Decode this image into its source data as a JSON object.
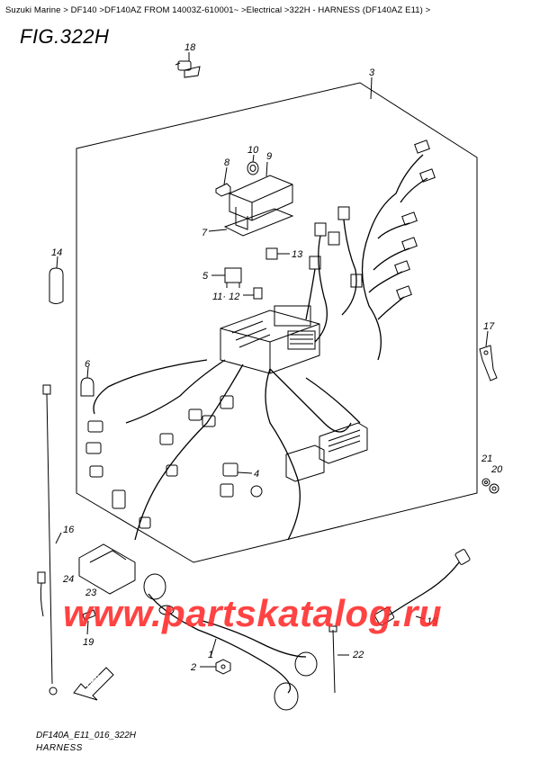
{
  "breadcrumb": "Suzuki Marine > DF140 >DF140AZ FROM 14003Z-610001~ >Electrical >322H - HARNESS (DF140AZ E11) >",
  "figure_title": "FIG.322H",
  "callouts": [
    {
      "id": "c18",
      "label": "18"
    },
    {
      "id": "c3",
      "label": "3"
    },
    {
      "id": "c10",
      "label": "10"
    },
    {
      "id": "c9",
      "label": "9"
    },
    {
      "id": "c8",
      "label": "8"
    },
    {
      "id": "c7",
      "label": "7"
    },
    {
      "id": "c13",
      "label": "13"
    },
    {
      "id": "c14",
      "label": "14"
    },
    {
      "id": "c5",
      "label": "5"
    },
    {
      "id": "c11",
      "label": "11· 12"
    },
    {
      "id": "c17",
      "label": "17"
    },
    {
      "id": "c6",
      "label": "6"
    },
    {
      "id": "c4",
      "label": "4"
    },
    {
      "id": "c21",
      "label": "21"
    },
    {
      "id": "c20",
      "label": "20"
    },
    {
      "id": "c16",
      "label": "16"
    },
    {
      "id": "c24",
      "label": "24"
    },
    {
      "id": "c23",
      "label": "23"
    },
    {
      "id": "c19",
      "label": "19"
    },
    {
      "id": "c15",
      "label": "15"
    },
    {
      "id": "c1",
      "label": "1"
    },
    {
      "id": "c2",
      "label": "2"
    },
    {
      "id": "c22",
      "label": "22"
    }
  ],
  "fwd_label": "FWD",
  "footer": {
    "code": "DF140A_E11_016_322H",
    "name": "HARNESS"
  },
  "watermark": "www.partskatalog.ru",
  "colors": {
    "line": "#000000",
    "watermark": "#ff2a2a"
  }
}
